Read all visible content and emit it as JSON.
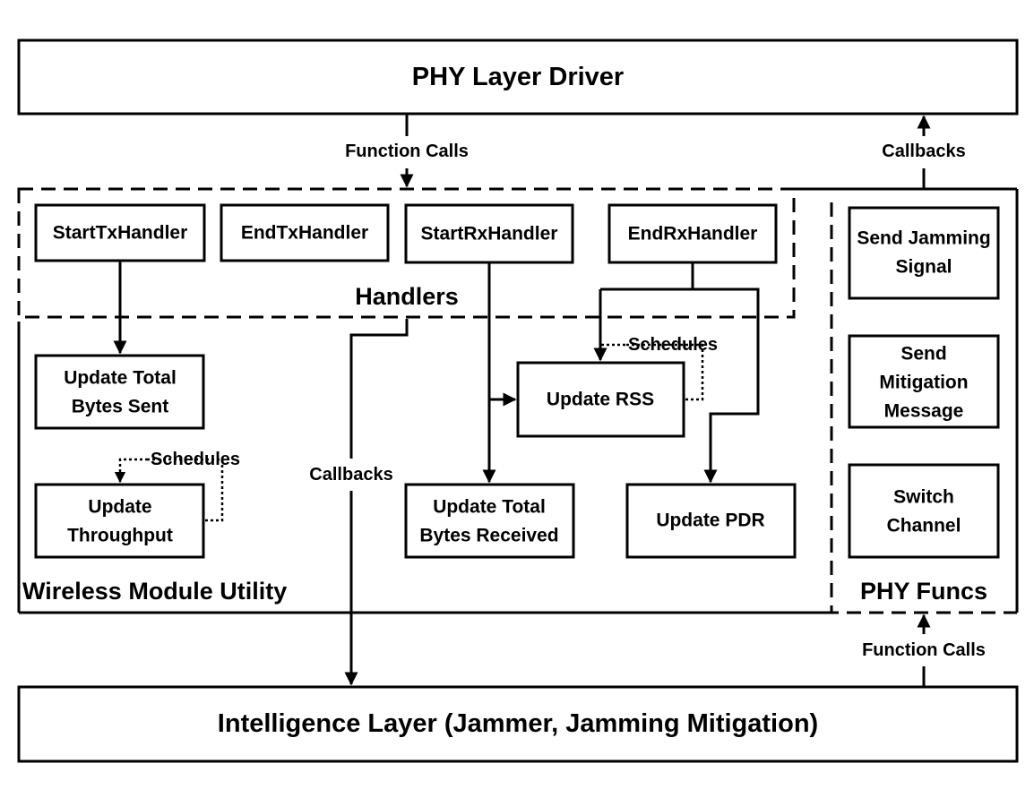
{
  "layers": {
    "phy_driver": "PHY Layer Driver",
    "intelligence": "Intelligence Layer (Jammer, Jamming Mitigation)"
  },
  "sections": {
    "handlers": "Handlers",
    "wireless_module": "Wireless Module Utility",
    "phy_funcs": "PHY Funcs"
  },
  "handlers": {
    "start_tx": "StartTxHandler",
    "end_tx": "EndTxHandler",
    "start_rx": "StartRxHandler",
    "end_rx": "EndRxHandler"
  },
  "utilities": {
    "bytes_sent": [
      "Update Total",
      "Bytes Sent"
    ],
    "throughput": [
      "Update",
      "Throughput"
    ],
    "rss": "Update RSS",
    "bytes_received": [
      "Update Total",
      "Bytes Received"
    ],
    "pdr": "Update PDR"
  },
  "phy_funcs": {
    "jamming_signal": [
      "Send Jamming",
      "Signal"
    ],
    "mitigation_message": [
      "Send",
      "Mitigation",
      "Message"
    ],
    "switch_channel": [
      "Switch",
      "Channel"
    ]
  },
  "edge_labels": {
    "function_calls_top": "Function Calls",
    "callbacks_top": "Callbacks",
    "callbacks_mid": "Callbacks",
    "function_calls_bottom": "Function Calls",
    "schedules_rss": "Schedules",
    "schedules_throughput": "Schedules"
  }
}
